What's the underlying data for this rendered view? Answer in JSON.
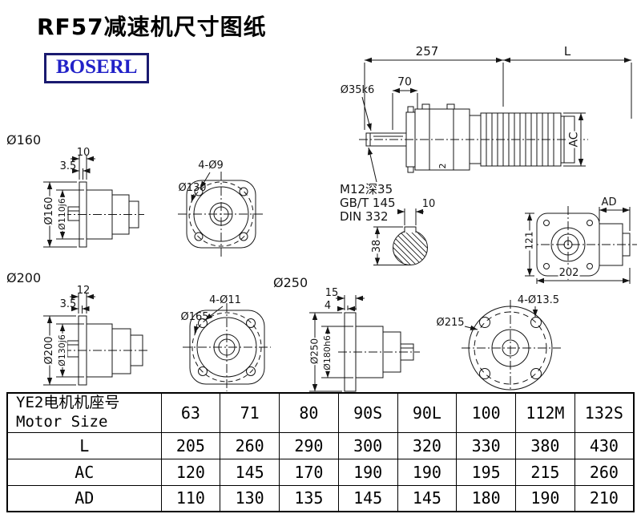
{
  "header": {
    "title": "RF57减速机尺寸图纸",
    "logo": "BOSERL",
    "logo_color": "#2222c8",
    "line_color": "#141414"
  },
  "drawings": {
    "flange160": {
      "title": "Ø160",
      "thickness": "10",
      "step": "3.5",
      "od": "Ø160",
      "spigot": "Ø110j6",
      "holes": "4-Ø9",
      "bolt_circle": "Ø130"
    },
    "main": {
      "dim_257": "257",
      "dim_L": "L",
      "dim_70": "70",
      "shaft": "Ø35k6",
      "ac": "AC",
      "small_2": "2",
      "tap": "M12深35",
      "std1": "GB/T 145",
      "std2": "DIN 332"
    },
    "keyway": {
      "width": "10",
      "height": "38"
    },
    "rear": {
      "ad": "AD",
      "dim_121": "121",
      "dim_202": "202"
    },
    "flange200": {
      "title": "Ø200",
      "thickness": "12",
      "step": "3.5",
      "od": "Ø200",
      "spigot": "Ø130j6",
      "holes": "4-Ø11",
      "bolt_circle": "Ø165"
    },
    "flange250": {
      "title": "Ø250",
      "thickness": "15",
      "step": "4",
      "od": "Ø250",
      "spigot": "Ø180h6",
      "holes": "4-Ø13.5",
      "bolt_circle": "Ø215"
    }
  },
  "table": {
    "motor_label_cn": "YE2电机机座号",
    "motor_label_en": "Motor Size",
    "sizes": [
      "63",
      "71",
      "80",
      "90S",
      "90L",
      "100",
      "112M",
      "132S"
    ],
    "rows": [
      {
        "label": "L",
        "values": [
          "205",
          "260",
          "290",
          "300",
          "320",
          "330",
          "380",
          "430"
        ]
      },
      {
        "label": "AC",
        "values": [
          "120",
          "145",
          "170",
          "190",
          "190",
          "195",
          "215",
          "260"
        ]
      },
      {
        "label": "AD",
        "values": [
          "110",
          "130",
          "135",
          "145",
          "145",
          "180",
          "190",
          "210"
        ]
      }
    ]
  }
}
